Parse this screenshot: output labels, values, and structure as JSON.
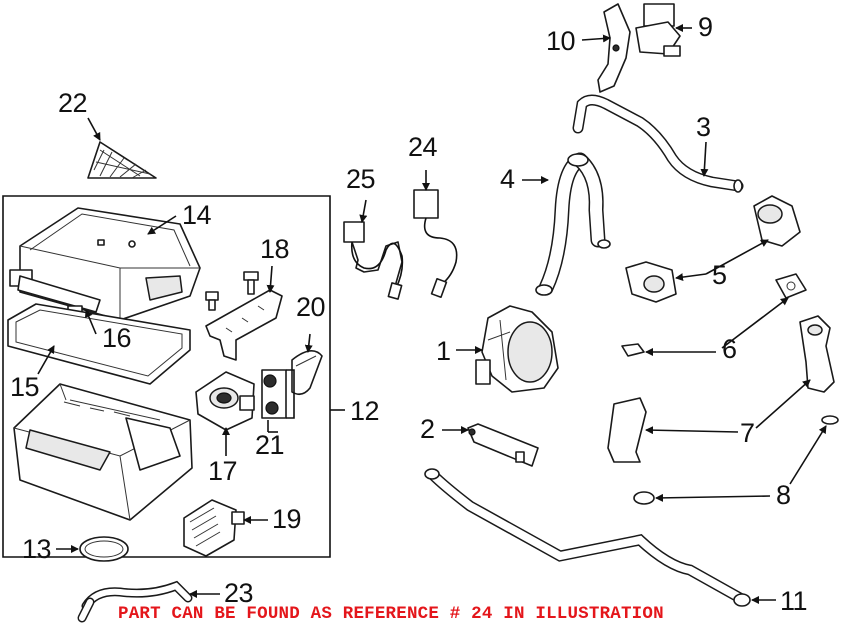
{
  "callouts": {
    "c1": "1",
    "c2": "2",
    "c3": "3",
    "c4": "4",
    "c5": "5",
    "c6": "6",
    "c7": "7",
    "c8": "8",
    "c9": "9",
    "c10": "10",
    "c11": "11",
    "c12": "12",
    "c13": "13",
    "c14": "14",
    "c15": "15",
    "c16": "16",
    "c17": "17",
    "c18": "18",
    "c19": "19",
    "c20": "20",
    "c21": "21",
    "c22": "22",
    "c23": "23",
    "c24": "24",
    "c25": "25"
  },
  "notice": "PART CAN BE FOUND AS REFERENCE # 24 IN ILLUSTRATION",
  "colors": {
    "notice": "#e4161b",
    "lines": "#111111"
  }
}
